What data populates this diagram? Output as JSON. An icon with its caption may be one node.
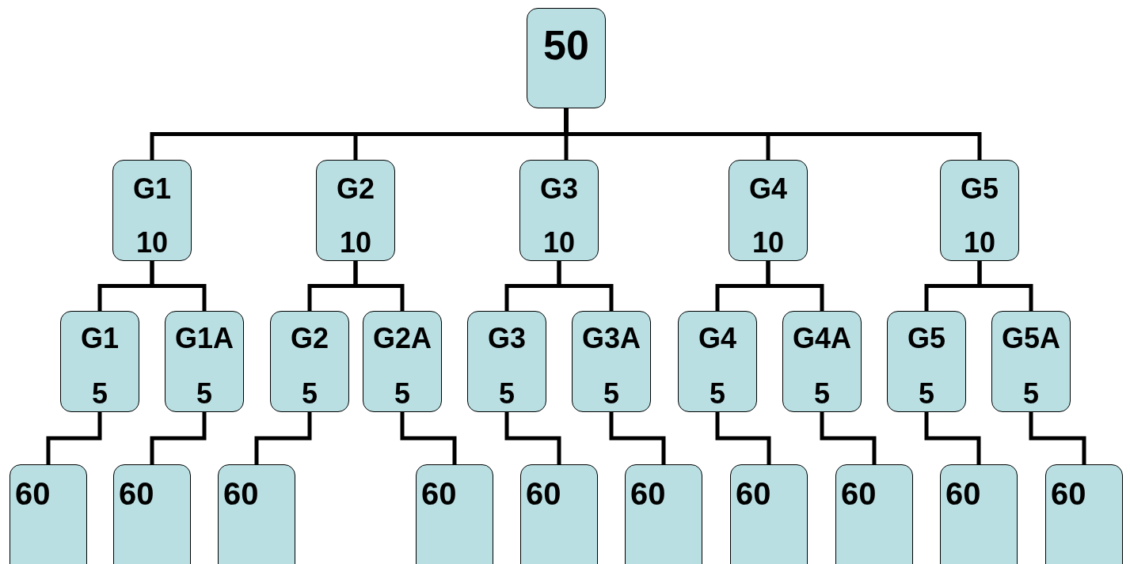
{
  "diagram": {
    "nodes": [
      {
        "text": [
          "50"
        ]
      },
      {
        "text": [
          "G1",
          "10"
        ]
      },
      {
        "text": [
          "G2",
          "10"
        ]
      },
      {
        "text": [
          "G3",
          "10"
        ]
      },
      {
        "text": [
          "G4",
          "10"
        ]
      },
      {
        "text": [
          "G5",
          "10"
        ]
      },
      {
        "text": [
          "G1",
          "5"
        ]
      },
      {
        "text": [
          "G1A",
          "5"
        ]
      },
      {
        "text": [
          "G2",
          "5"
        ]
      },
      {
        "text": [
          "G2A",
          "5"
        ]
      },
      {
        "text": [
          "G3",
          "5"
        ]
      },
      {
        "text": [
          "G3A",
          "5"
        ]
      },
      {
        "text": [
          "G4",
          "5"
        ]
      },
      {
        "text": [
          "G4A",
          "5"
        ]
      },
      {
        "text": [
          "G5",
          "5"
        ]
      },
      {
        "text": [
          "G5A",
          "5"
        ]
      },
      {
        "text": [
          "60"
        ]
      },
      {
        "text": [
          "60"
        ]
      },
      {
        "text": [
          "60"
        ]
      },
      {
        "text": [
          "60"
        ]
      },
      {
        "text": [
          "60"
        ]
      },
      {
        "text": [
          "60"
        ]
      },
      {
        "text": [
          "60"
        ]
      },
      {
        "text": [
          "60"
        ]
      },
      {
        "text": [
          "60"
        ]
      },
      {
        "text": [
          "60"
        ]
      }
    ],
    "edges": [
      {
        "from": 0,
        "to": 1,
        "arrow": "none"
      },
      {
        "from": 0,
        "to": 2,
        "arrow": "none"
      },
      {
        "from": 0,
        "to": 3,
        "arrow": "none"
      },
      {
        "from": 0,
        "to": 4,
        "arrow": "none"
      },
      {
        "from": 0,
        "to": 5,
        "arrow": "none"
      },
      {
        "from": 1,
        "to": 6,
        "arrow": "none"
      },
      {
        "from": 1,
        "to": 7,
        "arrow": "none"
      },
      {
        "from": 2,
        "to": 8,
        "arrow": "none"
      },
      {
        "from": 2,
        "to": 9,
        "arrow": "none"
      },
      {
        "from": 3,
        "to": 10,
        "arrow": "none"
      },
      {
        "from": 3,
        "to": 11,
        "arrow": "none"
      },
      {
        "from": 4,
        "to": 12,
        "arrow": "none"
      },
      {
        "from": 4,
        "to": 13,
        "arrow": "none"
      },
      {
        "from": 5,
        "to": 14,
        "arrow": "none"
      },
      {
        "from": 5,
        "to": 15,
        "arrow": "none"
      },
      {
        "from": 6,
        "to": 16,
        "arrow": "none"
      },
      {
        "from": 7,
        "to": 17,
        "arrow": "none"
      },
      {
        "from": 8,
        "to": 18,
        "arrow": "none"
      },
      {
        "from": 9,
        "to": 19,
        "arrow": "none"
      },
      {
        "from": 10,
        "to": 20,
        "arrow": "none"
      },
      {
        "from": 11,
        "to": 21,
        "arrow": "none"
      },
      {
        "from": 12,
        "to": 22,
        "arrow": "none"
      },
      {
        "from": 13,
        "to": 23,
        "arrow": "none"
      },
      {
        "from": 14,
        "to": 24,
        "arrow": "none"
      },
      {
        "from": 15,
        "to": 25,
        "arrow": "none"
      }
    ]
  }
}
